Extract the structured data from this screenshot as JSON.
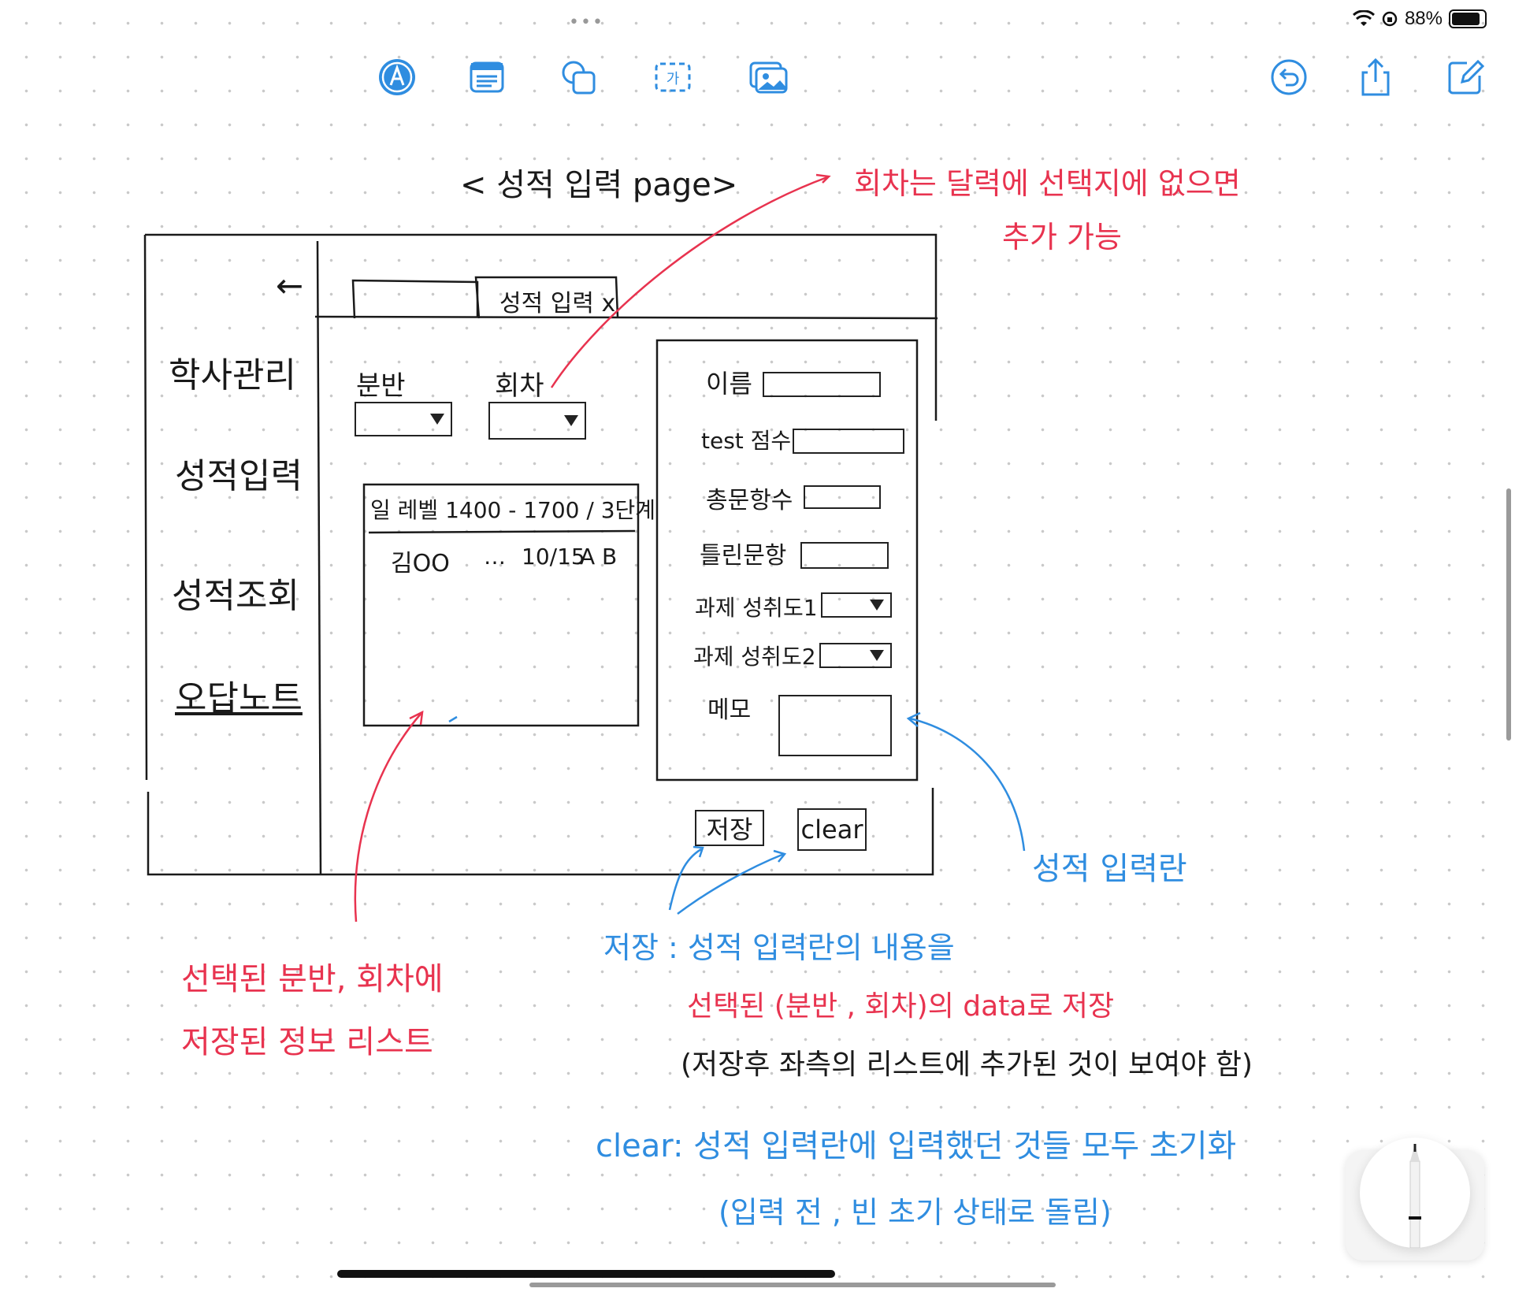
{
  "status": {
    "multitask": "•••",
    "battery": "88%",
    "battery_level": 0.88
  },
  "toolbar": {
    "icons": [
      "pen-tool-icon",
      "text-box-icon",
      "shapes-icon",
      "text-insert-icon",
      "photo-icon",
      "undo-icon",
      "share-icon",
      "compose-icon"
    ],
    "accent": "#2f8de0"
  },
  "sketch": {
    "page_title": "< 성적 입력 page>",
    "back_arrow": "←",
    "tab_label": "성적 입력 x",
    "sidebar": [
      "학사관리",
      "성적입력",
      "성적조회",
      "오답노트"
    ],
    "filters": {
      "class_label": "분반",
      "session_label": "회차"
    },
    "list": {
      "header": "일  레벨  1400 - 1700 / 3단계",
      "row": {
        "name": "김OO",
        "dots": "…",
        "date": "10/15",
        "grades": "A B"
      }
    },
    "form": {
      "name_label": "이름",
      "test_score_label": "test 점수",
      "total_items_label": "총문항수",
      "wrong_items_label": "틀린문항",
      "achievement1_label": "과제 성취도1",
      "achievement2_label": "과제 성취도2",
      "memo_label": "메모"
    },
    "buttons": {
      "save": "저장",
      "clear": "clear"
    }
  },
  "annotations": {
    "red_top_line1": "회차는 달력에 선택지에 없으면",
    "red_top_line2": "추가 가능",
    "red_bottom_line1": "선택된 분반, 회차에",
    "red_bottom_line2": "저장된 정보 리스트",
    "blue_form": "성적 입력란",
    "blue_save_line1": "저장 : 성적 입력란의 내용을",
    "blue_save_line2": "선택된 (분반 , 회차)의 data로 저장",
    "black_save_line3": "(저장후 좌측의 리스트에 추가된 것이 보여야 함)",
    "blue_clear_line1": "clear:  성적 입력란에 입력했던 것들 모두 초기화",
    "blue_clear_line2": "(입력 전 , 빈 초기 상태로 돌림)",
    "colors": {
      "red": "#e8334f",
      "blue": "#2f8de0",
      "black": "#1a1a1a"
    }
  }
}
